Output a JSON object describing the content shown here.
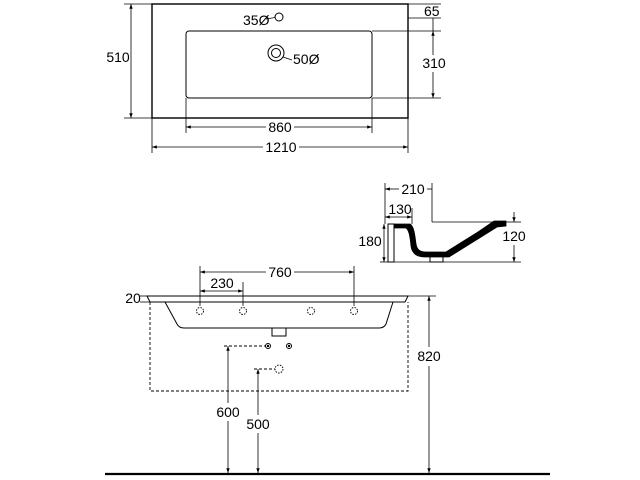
{
  "colors": {
    "line": "#000000",
    "background": "#ffffff"
  },
  "plan_view": {
    "tap_hole_diameter": "35Ø",
    "tap_hole_offset": "65",
    "overall_depth": "510",
    "bowl_depth": "310",
    "drain_diameter": "50Ø",
    "bowl_width": "860",
    "overall_width": "1210"
  },
  "section_view": {
    "top_depth": "210",
    "bowl_offset": "130",
    "apron_height": "180",
    "rim_height": "120"
  },
  "front_view": {
    "hole_span": "760",
    "hole_spacing": "230",
    "slab_thickness": "20",
    "top_height": "820",
    "waste_height": "600",
    "supply_height": "500"
  }
}
